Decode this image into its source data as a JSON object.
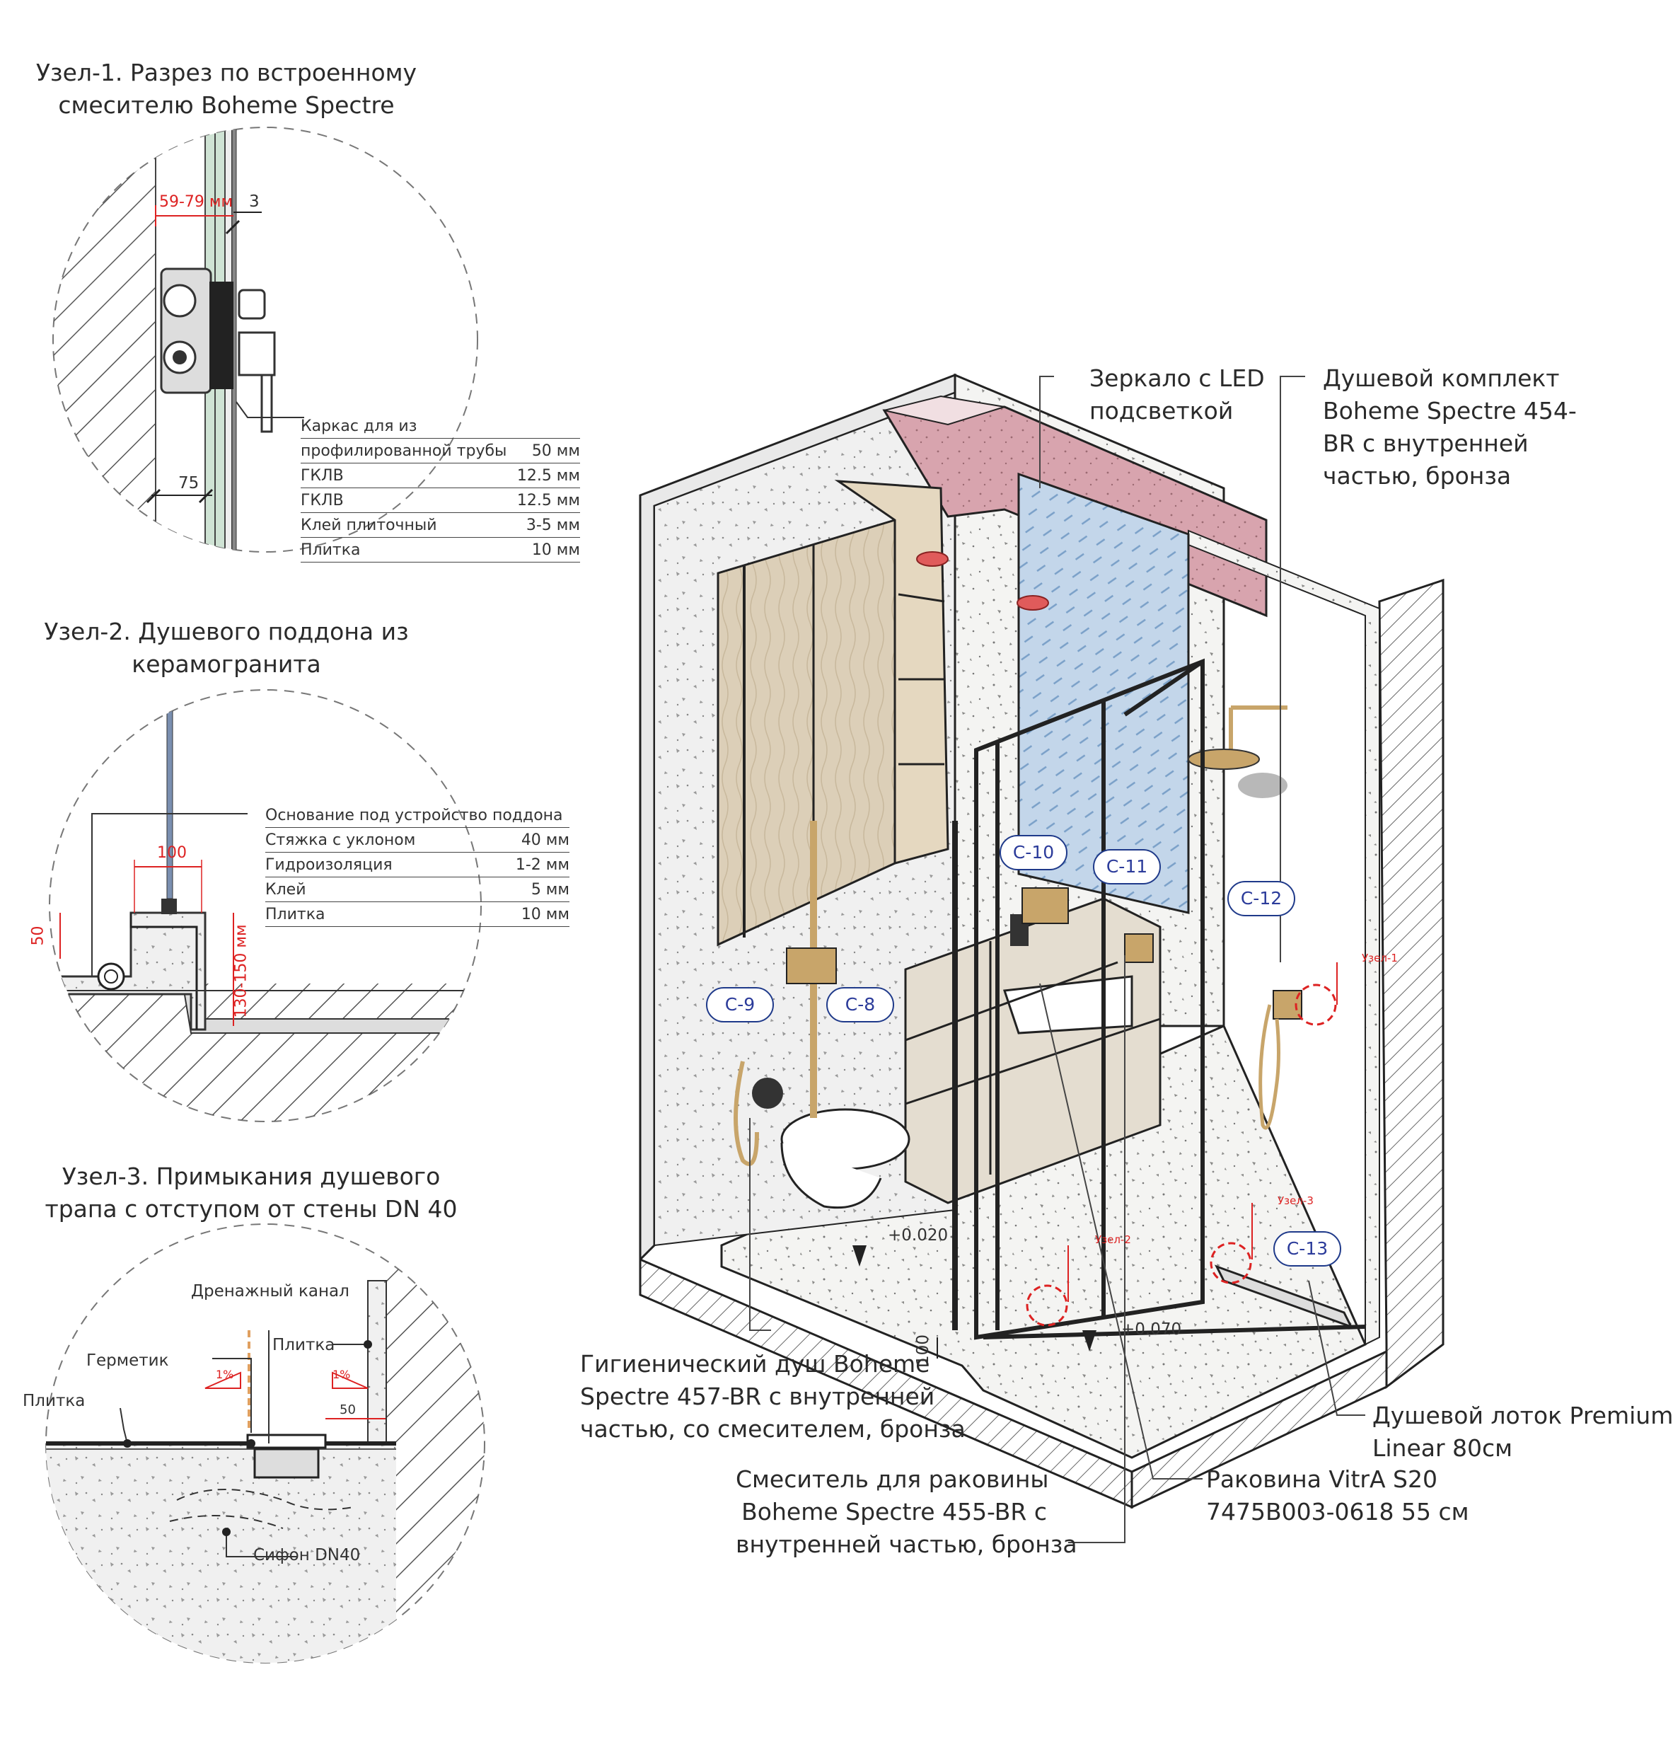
{
  "node1": {
    "title_line1": "Узел-1. Разрез по встроенному",
    "title_line2": "смесителю Boheme Spectre",
    "dim_gap": "59-79 мм",
    "dim_three": "3",
    "dim_75": "75",
    "spec_head": "Каркас для из",
    "spec": [
      {
        "name": "профилированной трубы",
        "value": "50 мм"
      },
      {
        "name": "ГКЛВ",
        "value": "12.5 мм"
      },
      {
        "name": "ГКЛВ",
        "value": "12.5 мм"
      },
      {
        "name": "Клей плиточный",
        "value": "3-5 мм"
      },
      {
        "name": "Плитка",
        "value": "10 мм"
      }
    ]
  },
  "node2": {
    "title_line1": "Узел-2. Душевого поддона из",
    "title_line2": "керамогранита",
    "dim_100": "100",
    "dim_50": "50",
    "dim_range": "130-150 мм",
    "spec_head": "Основание под устройство поддона",
    "spec": [
      {
        "name": "Стяжка с уклоном",
        "value": "40 мм"
      },
      {
        "name": "Гидроизоляция",
        "value": "1-2 мм"
      },
      {
        "name": "Клей",
        "value": "5 мм"
      },
      {
        "name": "Плитка",
        "value": "10 мм"
      }
    ]
  },
  "node3": {
    "title_line1": "Узел-3. Примыкания душевого",
    "title_line2": "трапа  с отступом от стены DN 40",
    "drain_channel": "Дренажный канал",
    "sealant": "Герметик",
    "tile_right": "Плитка",
    "tile_left": "Плитка",
    "slope_left": "1%",
    "slope_right": "1%",
    "dim_50": "50",
    "siphon": "Сифон DN40"
  },
  "callouts": {
    "mirror_l1": "Зеркало с LED",
    "mirror_l2": "подсветкой",
    "shower_l1": "Душевой комплект",
    "shower_l2": "Boheme Spectre 454-",
    "shower_l3": "BR с внутренней",
    "shower_l4": "частью, бронза",
    "hyg_l1": "Гигиенический душ Boheme",
    "hyg_l2": "Spectre 457-BR с внутренней",
    "hyg_l3": "частью, со смесителем, бронза",
    "mixer_l1": "Смеситель для раковины",
    "mixer_l2": "Boheme Spectre 455-BR с",
    "mixer_l3": "внутренней частью, бронза",
    "sink_l1": "Раковина VitrA S20",
    "sink_l2": "7475B003-0618 55 см",
    "tray_l1": "Душевой лоток Premium",
    "tray_l2": "Linear 80см"
  },
  "tags": [
    "С-9",
    "С-8",
    "С-10",
    "С-11",
    "С-12",
    "С-13"
  ],
  "markers": {
    "uzel1": "Узел-1",
    "uzel2": "Узел-2",
    "uzel3": "Узел-3"
  },
  "levels": {
    "l020": "+0.020",
    "l070": "+0.070",
    "h100": "100"
  },
  "colors": {
    "dimension": "#dd2222",
    "tag_border": "#1f3a8a",
    "wall_pink": "#d9a3ad",
    "mirror_blue": "#bcd3ea",
    "wood": "#d9cbb4",
    "bronze": "#c8a56a"
  }
}
